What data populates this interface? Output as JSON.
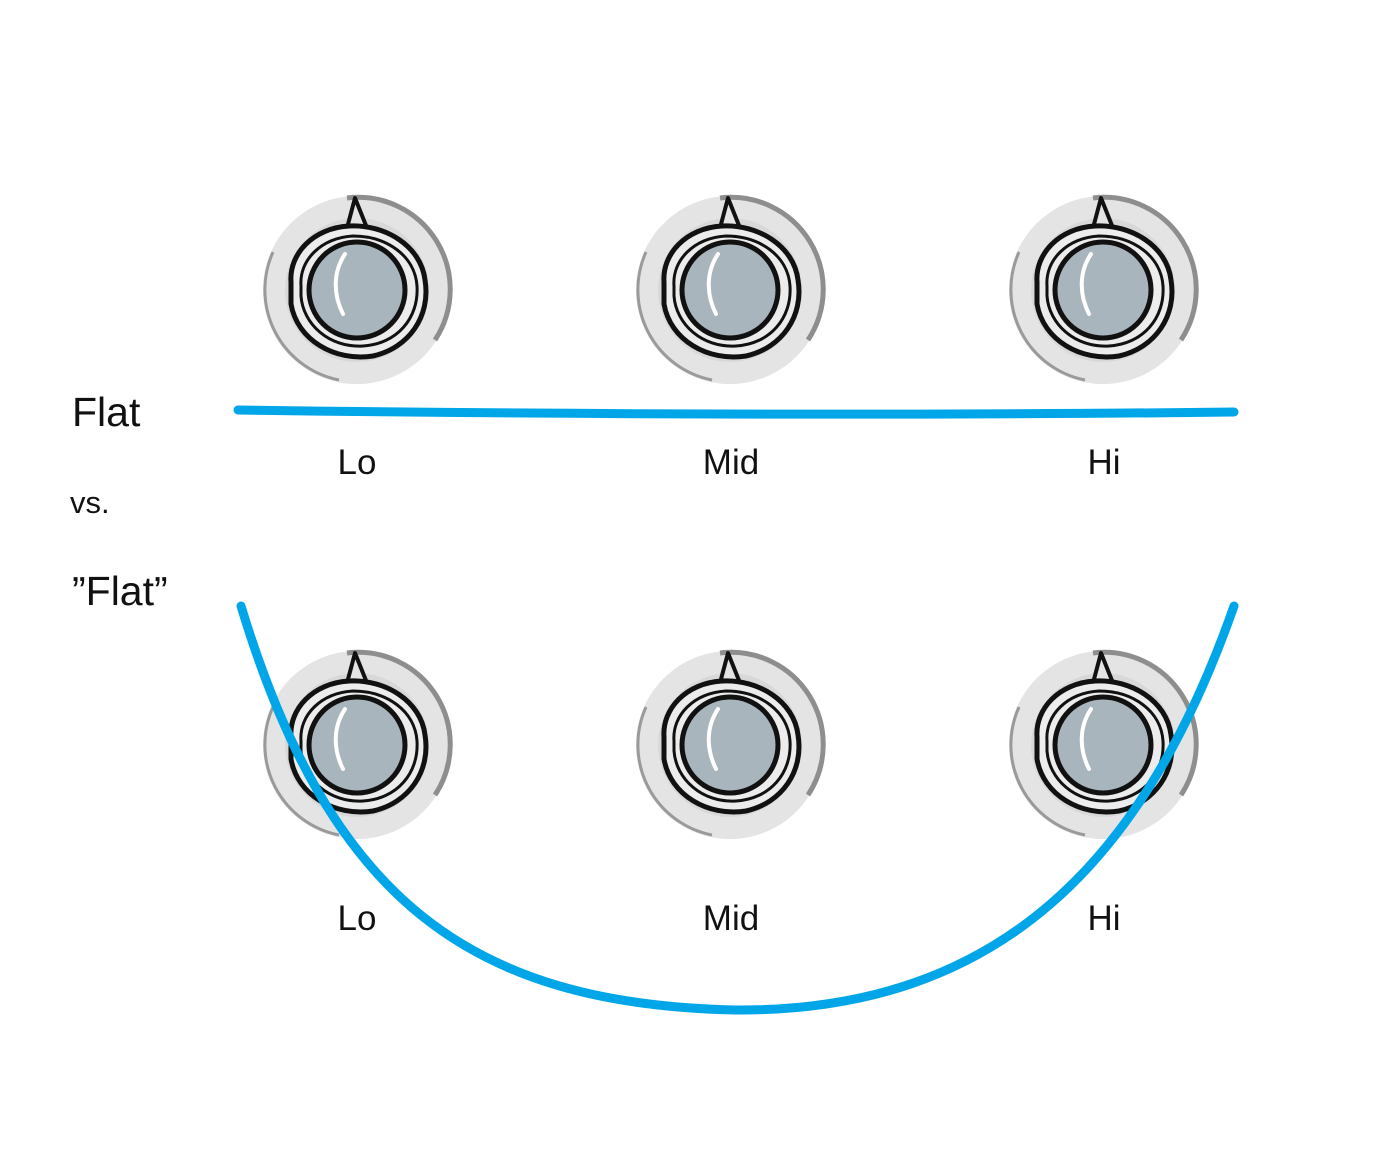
{
  "labels": {
    "flat": "Flat",
    "vs": "vs.",
    "flat_quoted": "”Flat”"
  },
  "rows": [
    {
      "id": "flat",
      "knobs": [
        {
          "label": "Lo",
          "setting": "center"
        },
        {
          "label": "Mid",
          "setting": "center"
        },
        {
          "label": "Hi",
          "setting": "center"
        }
      ],
      "curve": "flat"
    },
    {
      "id": "quoted-flat",
      "knobs": [
        {
          "label": "Lo",
          "setting": "center"
        },
        {
          "label": "Mid",
          "setting": "center"
        },
        {
          "label": "Hi",
          "setting": "center"
        }
      ],
      "curve": "smile"
    }
  ],
  "colors": {
    "curve": "#00A6E8",
    "knob_cap": "#A9B5BC",
    "knob_ring": "#E4E4E4",
    "knob_outline": "#111111",
    "knob_shadow": "#8E8E8E"
  }
}
